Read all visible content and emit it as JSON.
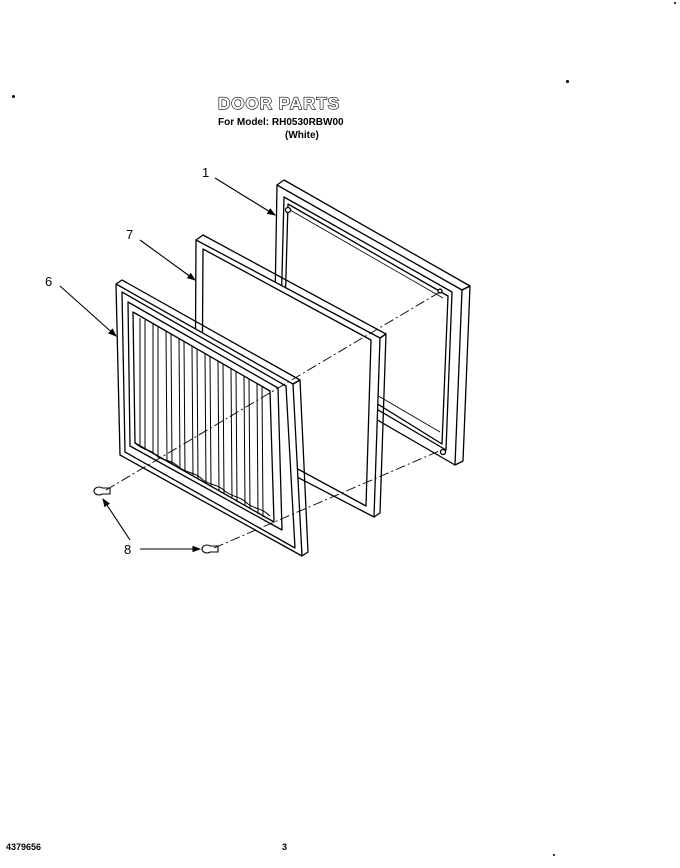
{
  "header": {
    "title": "DOOR PARTS",
    "model_line": "For Model: RH0530RBW00",
    "color_line": "(White)"
  },
  "callouts": {
    "c1": "1",
    "c7": "7",
    "c6": "6",
    "c8": "8"
  },
  "footer": {
    "doc_number": "4379656",
    "page_number": "3"
  }
}
